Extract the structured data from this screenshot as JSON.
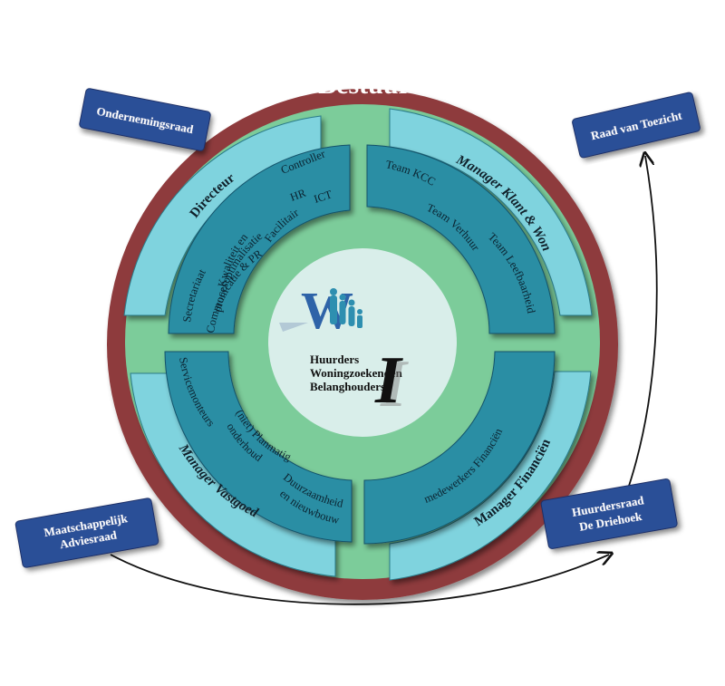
{
  "title": "Bestuur",
  "center": {
    "logo_letter": "W",
    "lines": [
      "Huurders",
      "Woningzoekenden",
      "Belanghouders"
    ],
    "mark": "I"
  },
  "quadrants": {
    "top_left": {
      "manager": "Directeur",
      "teams": [
        "Secretariaat",
        "Kwaliteit en",
        "procesoptimalisatie",
        "Controller",
        "Communicatie & PR",
        "Facilitair",
        "HR",
        "ICT"
      ]
    },
    "top_right": {
      "manager": "Manager Klant & Wonen",
      "teams": [
        "Team KCC",
        "Team Verhuur",
        "Team Leefbaarheid"
      ]
    },
    "bottom_left": {
      "manager": "Manager Vastgoed",
      "teams": [
        "Servicemonteurs",
        "(niet) Planmatig",
        "onderhoud",
        "Duurzaamheid",
        "en nieuwbouw"
      ]
    },
    "bottom_right": {
      "manager": "Manager Financiën",
      "teams": [
        "medewerkers Financiën"
      ]
    }
  },
  "external_boxes": {
    "ondernemingsraad": "Ondernemingsraad",
    "raad_van_toezicht": "Raad van Toezicht",
    "maatschappelijk": [
      "Maatschappelijk",
      "Adviesraad"
    ],
    "huurdersraad": [
      "Huurdersraad",
      "De Driehoek"
    ]
  },
  "colors": {
    "outer_ring": "#8e3a3c",
    "green_ring": "#7ccc9a",
    "light_band": "#7fd3de",
    "dark_band": "#2a8ea4",
    "center": "#d9eeea",
    "box": "#2c4f97",
    "logo": "#2e63a8"
  }
}
